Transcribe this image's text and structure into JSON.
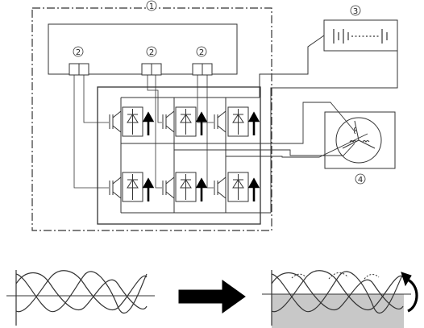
{
  "labels": {
    "controller": "1",
    "driver_left": "2",
    "driver_mid": "2",
    "driver_right": "2",
    "battery": "3",
    "motor": "4"
  }
}
